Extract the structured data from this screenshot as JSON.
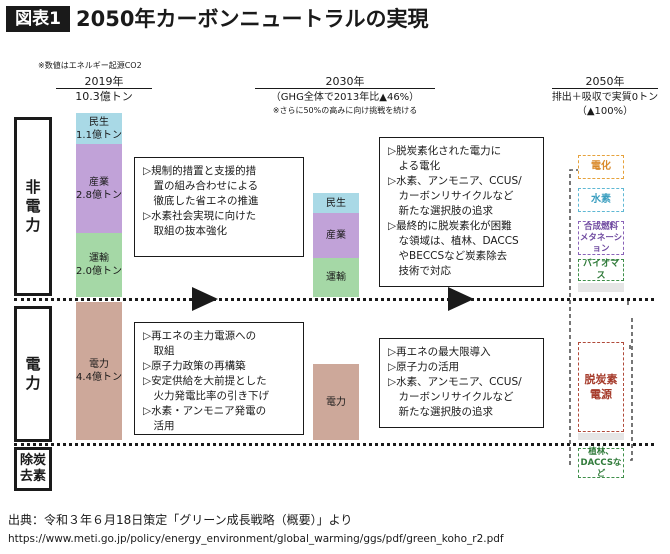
{
  "figure_tag": "図表1",
  "title": "2050年カーボンニュートラルの実現",
  "note_emissions": "※数値はエネルギー起源CO2",
  "col2019": {
    "year": "2019年",
    "total": "10.3億トン"
  },
  "col2030": {
    "year": "2030年",
    "sub": "（GHG全体で2013年比▲46%）",
    "note": "※さらに50%の高みに向け挑戦を続ける"
  },
  "col2050": {
    "year": "2050年",
    "sub": "排出＋吸収で実質0トン",
    "pct": "（▲100%）"
  },
  "sectors": {
    "non_power_1": "非",
    "non_power_2": "電",
    "non_power_3": "力",
    "power_1": "電",
    "power_2": "力",
    "removal_1": "除炭",
    "removal_2": "去素"
  },
  "bar2019": {
    "minsei_label": "民生",
    "minsei_value": "1.1億トン",
    "sangyo_label": "産業",
    "sangyo_value": "2.8億トン",
    "unyu_label": "運輸",
    "unyu_value": "2.0億トン",
    "denryoku_label": "電力",
    "denryoku_value": "4.4億トン"
  },
  "bar2030": {
    "minsei": "民生",
    "sangyo": "産業",
    "unyu": "運輸",
    "denryoku": "電力"
  },
  "box_nonpower_2030": {
    "l1": "▷規制的措置と支援的措",
    "l2": "　置の組み合わせによる",
    "l3": "　徹底した省エネの推進",
    "l4": "▷水素社会実現に向けた",
    "l5": "　取組の抜本強化"
  },
  "box_power_2030": {
    "l1": "▷再エネの主力電源への",
    "l2": "　取組",
    "l3": "▷原子力政策の再構築",
    "l4": "▷安定供給を大前提とした",
    "l5": "　火力発電比率の引き下げ",
    "l6": "▷水素・アンモニア発電の",
    "l7": "　活用"
  },
  "box_nonpower_2050": {
    "l1": "▷脱炭素化された電力に",
    "l2": "　よる電化",
    "l3": "▷水素、アンモニア、CCUS/",
    "l4": "　カーボンリサイクルなど",
    "l5": "　新たな選択肢の追求",
    "l6": "▷最終的に脱炭素化が困難",
    "l7": "　な領域は、植林、DACCS",
    "l8": "　やBECCSなど炭素除去",
    "l9": "　技術で対応"
  },
  "box_power_2050": {
    "l1": "▷再エネの最大限導入",
    "l2": "▷原子力の活用",
    "l3": "▷水素、アンモニア、CCUS/",
    "l4": "　カーボンリサイクルなど",
    "l5": "　新たな選択肢の追求"
  },
  "end2050": {
    "denka": "電化",
    "suiso": "水素",
    "gosei_1": "合成燃料",
    "gosei_2": "メタネーション",
    "biomass": "バイオマス",
    "datsutanso_1": "脱炭素",
    "datsutanso_2": "電源",
    "shokurin_1": "植林、",
    "shokurin_2": "DACCSなど"
  },
  "colors": {
    "minsei": "#a9d9e6",
    "sangyo": "#c1a2d8",
    "unyu": "#a5d8a6",
    "denryoku": "#cda89a",
    "denka": "#e6a23c",
    "suiso": "#5fb8d4",
    "gosei": "#8a63b8",
    "biomass": "#3f8f4a",
    "datsutanso": "#b04a3a"
  },
  "source": "出典：令和３年６月18日策定「グリーン成長戦略（概要）」より",
  "url": "https://www.meti.go.jp/policy/energy_environment/global_warming/ggs/pdf/green_koho_r2.pdf"
}
